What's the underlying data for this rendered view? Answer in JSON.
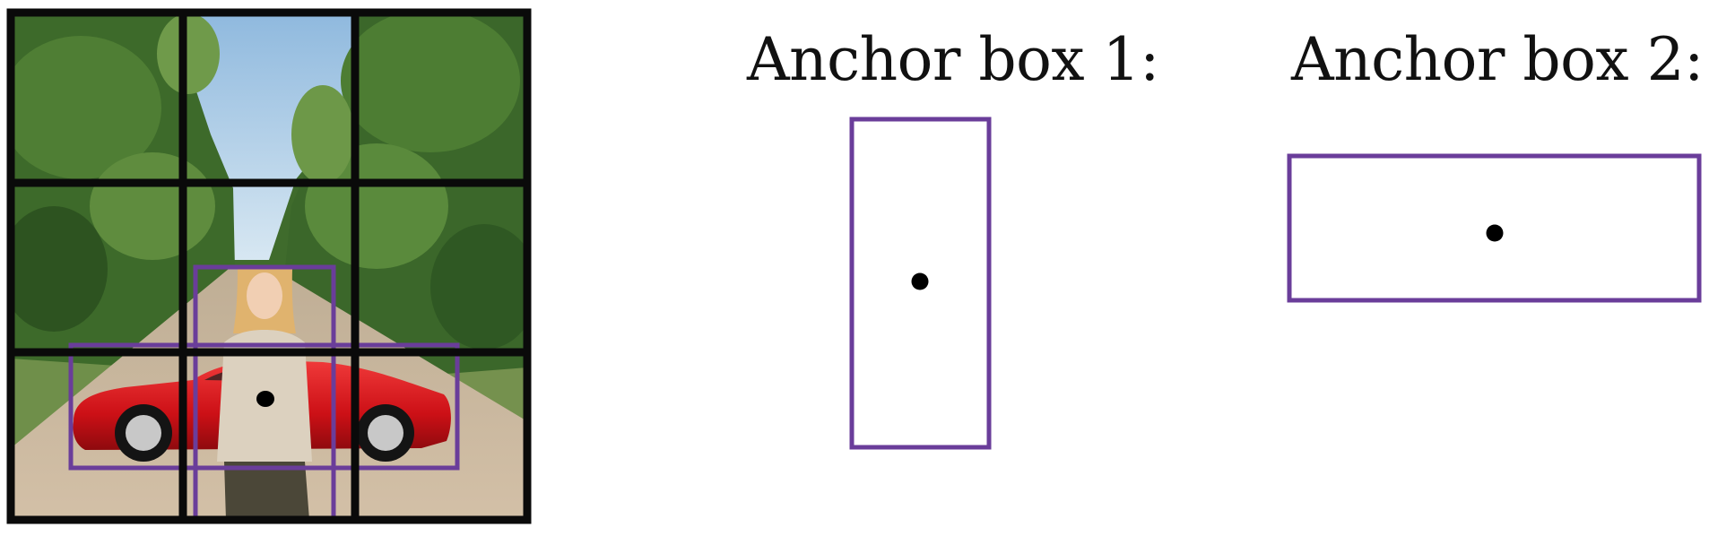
{
  "figure": {
    "anchor_boxes": [
      {
        "label": "Anchor box 1:",
        "shape": "tall-rectangle"
      },
      {
        "label": "Anchor box 2:",
        "shape": "wide-rectangle"
      }
    ],
    "grid": {
      "rows": 3,
      "cols": 3
    },
    "photo": {
      "objects": [
        "person",
        "car"
      ]
    }
  },
  "colors": {
    "anchor_box": "#6a3d9a",
    "grid_line": "#0a0a0a",
    "center_dot": "#000000",
    "car_body": "#d8121c",
    "foliage_dark": "#2f5a23",
    "foliage_light": "#5d8a3c",
    "sky": "#a9cbe6",
    "road": "#c9b39a"
  }
}
